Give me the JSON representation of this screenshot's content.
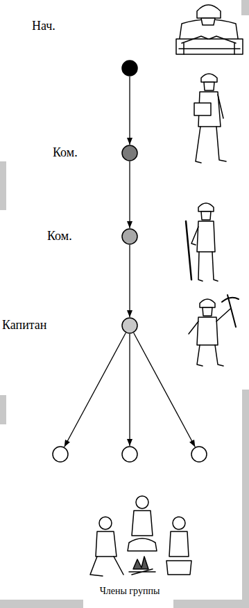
{
  "diagram": {
    "nodes": [
      {
        "text": [
          "Нач."
        ]
      },
      {
        "text": [
          "Ком."
        ]
      },
      {
        "text": [
          "Ком."
        ]
      },
      {
        "text": [
          "Капитан"
        ]
      },
      {
        "text": []
      },
      {
        "text": []
      },
      {
        "text": []
      }
    ],
    "edges": [
      {
        "from": 0,
        "to": 1,
        "arrow": "to"
      },
      {
        "from": 1,
        "to": 2,
        "arrow": "to"
      },
      {
        "from": 2,
        "to": 3,
        "arrow": "to"
      },
      {
        "from": 3,
        "to": 4,
        "arrow": "to"
      },
      {
        "from": 3,
        "to": 5,
        "arrow": "to"
      },
      {
        "from": 3,
        "to": 6,
        "arrow": "to"
      }
    ],
    "labels": [
      "Члены группы"
    ]
  }
}
